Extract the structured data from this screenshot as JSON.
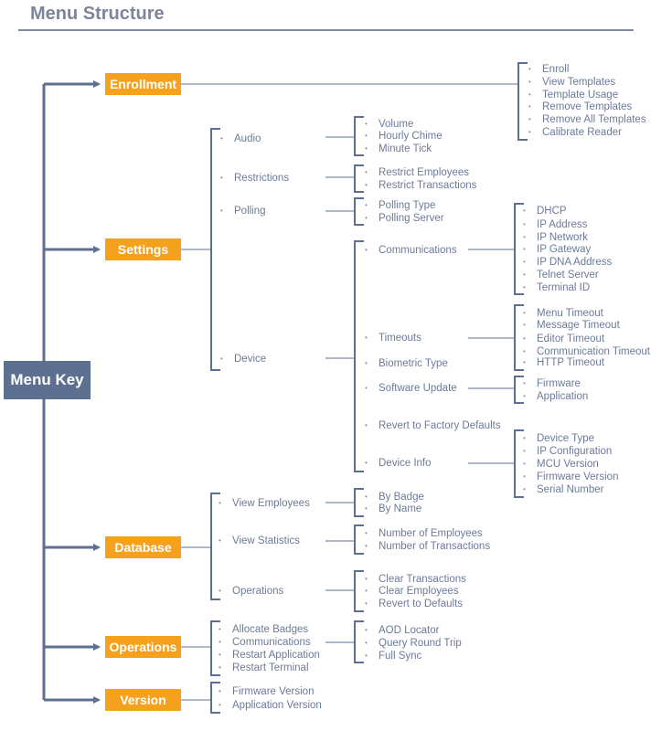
{
  "title": "Menu Structure",
  "root": "Menu Key",
  "colors": {
    "top_box": "#f6a11e",
    "root_box": "#5e7090",
    "line": "#5e7090",
    "text": "#6c7a99"
  },
  "boxes": {
    "enrollment": "Enrollment",
    "settings": "Settings",
    "database": "Database",
    "operations": "Operations",
    "version": "Version"
  },
  "enrollment": {
    "items": [
      "Enroll",
      "View Templates",
      "Template Usage",
      "Remove Templates",
      "Remove All Templates",
      "Calibrate Reader"
    ]
  },
  "settings": {
    "groups": [
      "Audio",
      "Restrictions",
      "Polling",
      "Device"
    ],
    "audio": [
      "Volume",
      "Hourly Chime",
      "Minute Tick"
    ],
    "restrictions": [
      "Restrict Employees",
      "Restrict Transactions"
    ],
    "polling": [
      "Polling Type",
      "Polling Server"
    ],
    "device": [
      "Communications",
      "Timeouts",
      "Biometric Type",
      "Software Update",
      "Revert to Factory Defaults",
      "Device Info"
    ],
    "communications": [
      "DHCP",
      "IP Address",
      "IP Network",
      "IP Gateway",
      "IP DNA Address",
      "Telnet Server",
      "Terminal ID"
    ],
    "timeouts": [
      "Menu Timeout",
      "Message Timeout",
      "Editor Timeout",
      "Communication Timeout",
      "HTTP Timeout"
    ],
    "software_update": [
      "Firmware",
      "Application"
    ],
    "device_info": [
      "Device Type",
      "IP Configuration",
      "MCU Version",
      "Firmware Version",
      "Serial Number"
    ]
  },
  "database": {
    "groups": [
      "View Employees",
      "View Statistics",
      "Operations"
    ],
    "view_employees": [
      "By Badge",
      "By Name"
    ],
    "view_statistics": [
      "Number of Employees",
      "Number of Transactions"
    ],
    "operations": [
      "Clear Transactions",
      "Clear Employees",
      "Revert to Defaults"
    ]
  },
  "operations": {
    "items": [
      "Allocate Badges",
      "Communications",
      "Restart Application",
      "Restart Terminal"
    ],
    "communications": [
      "AOD Locator",
      "Query Round Trip",
      "Full Sync"
    ]
  },
  "version": {
    "items": [
      "Firmware Version",
      "Application Version"
    ]
  }
}
